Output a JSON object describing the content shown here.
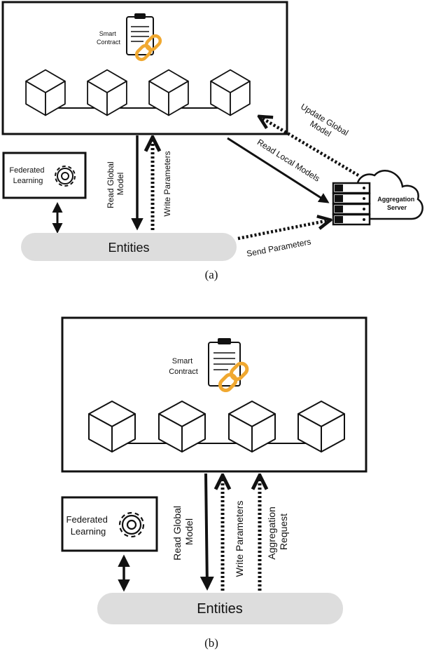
{
  "panel_a": {
    "smart_contract_line1": "Smart",
    "smart_contract_line2": "Contract",
    "fl_line1": "Federated",
    "fl_line2": "Learning",
    "read_global_line1": "Read Global",
    "read_global_line2": "Model",
    "write_parameters": "Write Parameters",
    "read_local_models": "Read Local Models",
    "update_global_line1": "Update Global",
    "update_global_line2": "Model",
    "aggregation_line1": "Aggregation",
    "aggregation_line2": "Server",
    "send_parameters": "Send Parameters",
    "entities": "Entities",
    "caption": "(a)"
  },
  "panel_b": {
    "smart_contract_line1": "Smart",
    "smart_contract_line2": "Contract",
    "fl_line1": "Federated",
    "fl_line2": "Learning",
    "read_global_line1": "Read Global",
    "read_global_line2": "Model",
    "write_parameters": "Write Parameters",
    "aggregation_request_line1": "Aggregation",
    "aggregation_request_line2": "Request",
    "entities": "Entities",
    "caption": "(b)"
  },
  "icons": [
    "clipboard-icon",
    "chain-link-icon",
    "gear-icon",
    "cube-icon",
    "server-icon",
    "cloud-icon"
  ],
  "colors": {
    "line": "#111111",
    "entities_fill": "#dddddd",
    "chain_link": "#f0a830"
  }
}
